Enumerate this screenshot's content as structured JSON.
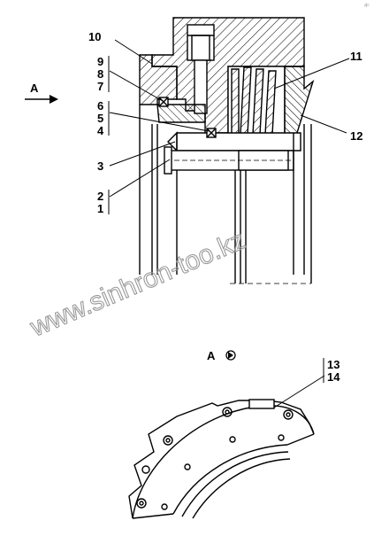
{
  "view_label": "A",
  "section_arrow_label": "A",
  "corner_mark": "4ᵉ",
  "watermark": "www.sinhron-too.kz",
  "part_labels": {
    "p1": "1",
    "p2": "2",
    "p3": "3",
    "p4": "4",
    "p5": "5",
    "p6": "6",
    "p7": "7",
    "p8": "8",
    "p9": "9",
    "p10": "10",
    "p11": "11",
    "p12": "12",
    "p13": "13",
    "p14": "14"
  }
}
